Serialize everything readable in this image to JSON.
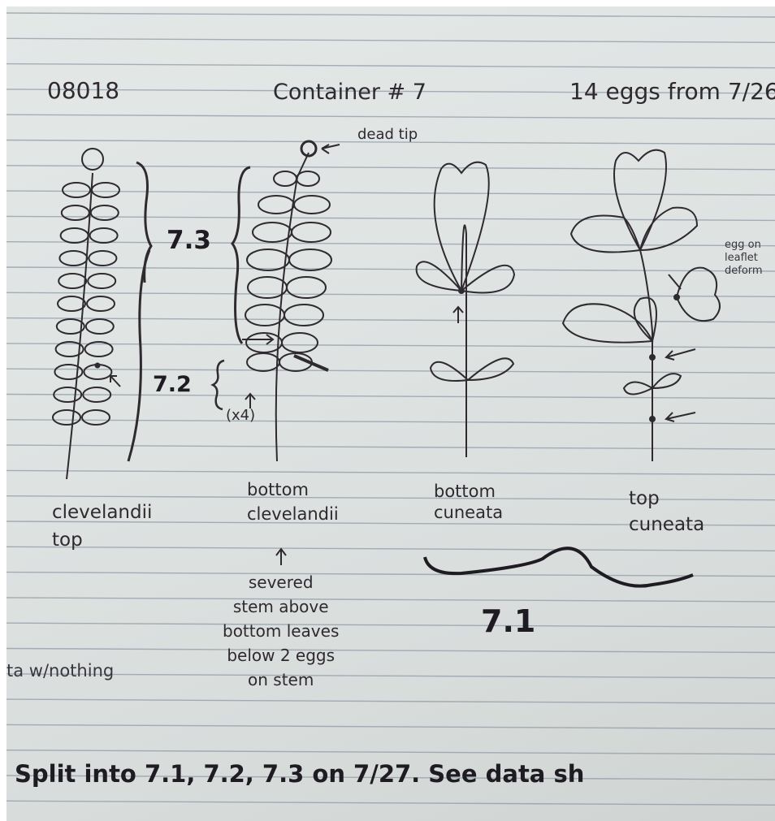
{
  "header": {
    "id": "08018",
    "container": "Container # 7",
    "eggs": "14 eggs from 7/26"
  },
  "labels": {
    "sec_73": "7.3",
    "sec_72": "7.2",
    "sec_71": "7.1",
    "dead_tip": "dead tip",
    "count_note": "(x4)",
    "egg_note_lines": [
      "egg on",
      "leaflet",
      "deform"
    ]
  },
  "plants": [
    {
      "lines": [
        "clevelandii",
        "top"
      ]
    },
    {
      "lines": [
        "bottom",
        "clevelandii"
      ]
    },
    {
      "lines": [
        "bottom",
        "cuneata"
      ]
    },
    {
      "lines": [
        "top",
        "cuneata"
      ]
    }
  ],
  "notes": {
    "severed_lines": [
      "severed",
      "stem above",
      "bottom leaves",
      "below 2 eggs",
      "on stem"
    ],
    "left_note": "ta w/nothing",
    "footer": "Split into 7.1, 7.2, 7.3 on 7/27. See data sh"
  },
  "colors": {
    "ink": "#2e2a2f",
    "paper": "#e0e4e3",
    "rule": "#8f9aa6"
  }
}
